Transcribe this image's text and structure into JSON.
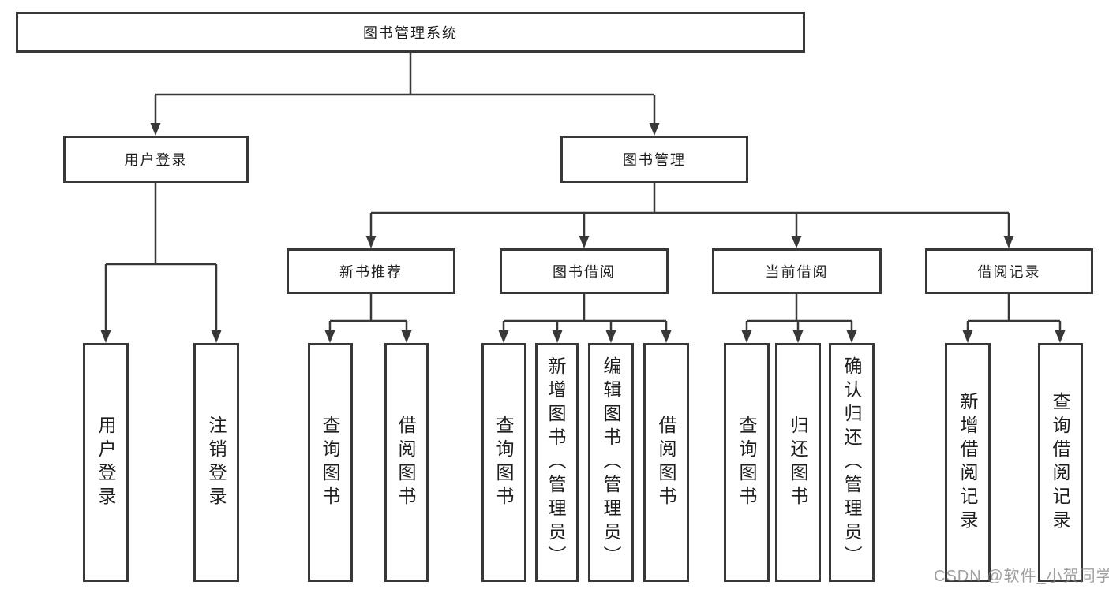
{
  "title": "图书管理系统",
  "tree": {
    "root": {
      "label": "图书管理系统"
    },
    "level2": [
      {
        "id": "user-login",
        "label": "用户登录"
      },
      {
        "id": "book-management",
        "label": "图书管理"
      }
    ],
    "level3": [
      {
        "id": "new-book-recommend",
        "parent": "book-management",
        "label": "新书推荐"
      },
      {
        "id": "book-borrowing",
        "parent": "book-management",
        "label": "图书借阅"
      },
      {
        "id": "current-borrowing",
        "parent": "book-management",
        "label": "当前借阅"
      },
      {
        "id": "borrowing-records",
        "parent": "book-management",
        "label": "借阅记录"
      }
    ],
    "leaves": [
      {
        "parent": "user-login",
        "label": "用户登录"
      },
      {
        "parent": "user-login",
        "label": "注销登录"
      },
      {
        "parent": "new-book-recommend",
        "label": "查询图书"
      },
      {
        "parent": "new-book-recommend",
        "label": "借阅图书"
      },
      {
        "parent": "book-borrowing",
        "label": "查询图书"
      },
      {
        "parent": "book-borrowing",
        "label": "新增图书（管理员）"
      },
      {
        "parent": "book-borrowing",
        "label": "编辑图书（管理员）"
      },
      {
        "parent": "book-borrowing",
        "label": "借阅图书"
      },
      {
        "parent": "current-borrowing",
        "label": "查询图书"
      },
      {
        "parent": "current-borrowing",
        "label": "归还图书"
      },
      {
        "parent": "current-borrowing",
        "label": "确认归还（管理员）"
      },
      {
        "parent": "borrowing-records",
        "label": "新增借阅记录"
      },
      {
        "parent": "borrowing-records",
        "label": "查询借阅记录"
      }
    ]
  },
  "colors": {
    "line": "#383838",
    "box_border": "#383838",
    "box_fill": "#ffffff",
    "text": "#1d1d1f",
    "watermark": "#808080",
    "background": "#ffffff"
  },
  "watermark": {
    "text": "CSDN @软件_小贺同学"
  }
}
